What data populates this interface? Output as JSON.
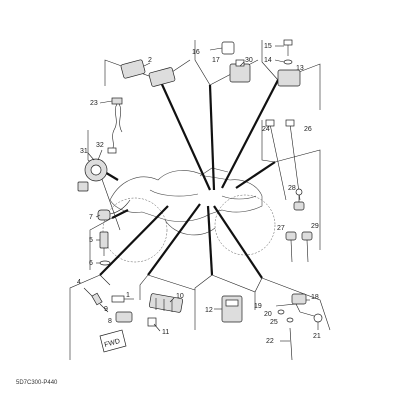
{
  "diagram_code": "5D7C300-P440",
  "callouts": {
    "n1": "1",
    "n2": "2",
    "n4": "4",
    "n5": "5",
    "n6": "6",
    "n7": "7",
    "n8": "8",
    "n9": "9",
    "n10": "10",
    "n11": "11",
    "n12": "12",
    "n13": "13",
    "n14": "14",
    "n15": "15",
    "n16": "16",
    "n17": "17",
    "n18": "18",
    "n19": "19",
    "n20": "20",
    "n21": "21",
    "n22": "22",
    "n23": "23",
    "n24": "24",
    "n25": "25",
    "n26": "26",
    "n27": "27",
    "n28": "28",
    "n29": "29",
    "n30": "30",
    "n31": "31",
    "n32": "32"
  },
  "stamp_text": "FWD"
}
